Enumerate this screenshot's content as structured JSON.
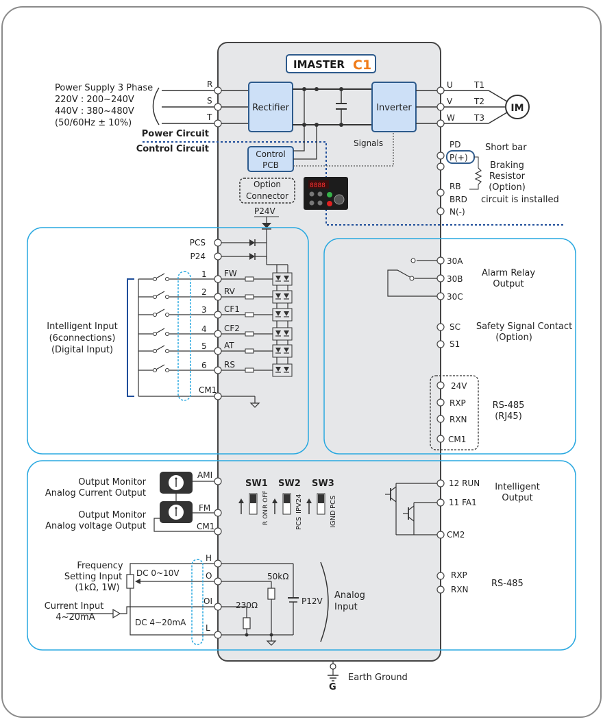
{
  "brand": {
    "logo_text": "IMASTER",
    "model": "C1"
  },
  "power": {
    "supply_lines": [
      "Power Supply 3 Phase",
      "220V : 200~240V",
      "440V : 380~480V",
      "(50/60Hz ± 10%)"
    ],
    "input_terminals": [
      "R",
      "S",
      "T"
    ],
    "rectifier": "Rectifier",
    "inverter": "Inverter",
    "output_terminals": [
      "U",
      "V",
      "W"
    ],
    "motor_lines": [
      "T1",
      "T2",
      "T3"
    ],
    "motor": "IM",
    "power_circuit": "Power Circuit",
    "control_circuit": "Control Circuit",
    "signals": "Signals",
    "control_pcb": [
      "Control",
      "PCB"
    ],
    "option_connector": [
      "Option",
      "Connector"
    ],
    "p24v": "P24V"
  },
  "braking": {
    "terminals": [
      "PD",
      "P(+)",
      "RB",
      "BRD",
      "N(-)"
    ],
    "short_bar": "Short bar",
    "resistor_lines": [
      "Braking",
      "Resistor",
      "(Option)"
    ],
    "note": "circuit is installed"
  },
  "intelligent_input": {
    "label_lines": [
      "Intelligent Input",
      "(6connections)",
      "(Digital Input)"
    ],
    "common_terminals": [
      "PCS",
      "P24"
    ],
    "inputs": [
      {
        "num": "1",
        "func": "FW"
      },
      {
        "num": "2",
        "func": "RV"
      },
      {
        "num": "3",
        "func": "CF1"
      },
      {
        "num": "4",
        "func": "CF2"
      },
      {
        "num": "5",
        "func": "AT"
      },
      {
        "num": "6",
        "func": "RS"
      }
    ],
    "cm1": "CM1"
  },
  "relay": {
    "terminals": [
      "30A",
      "30B",
      "30C"
    ],
    "label_lines": [
      "Alarm Relay",
      "Output"
    ],
    "safety_terminals": [
      "SC",
      "S1"
    ],
    "safety_lines": [
      "Safety Signal Contact",
      "(Option)"
    ],
    "rs485_terminals": [
      "24V",
      "RXP",
      "RXN",
      "CM1"
    ],
    "rs485_lines": [
      "RS-485",
      "(RJ45)"
    ]
  },
  "analog": {
    "monitor_current": [
      "Output Monitor",
      "Analog Current Output"
    ],
    "monitor_voltage": [
      "Output Monitor",
      "Analog voltage Output"
    ],
    "monitor_terminals": [
      "AMI",
      "FM",
      "CM1"
    ],
    "switches": [
      "SW1",
      "SW2",
      "SW3"
    ],
    "sw1_marks": [
      "R OFF",
      "R ON"
    ],
    "sw2_marks": [
      "IPV24",
      "PCS"
    ],
    "sw3_marks": [
      "PCS",
      "IGND"
    ],
    "freq_lines": [
      "Frequency",
      "Setting Input",
      "(1kΩ, 1W)"
    ],
    "dc_voltage": "DC 0~10V",
    "current_lines": [
      "Current Input",
      "4~20mA"
    ],
    "dc_current": "DC 4~20mA",
    "analog_terminals": [
      "H",
      "O",
      "OI",
      "L"
    ],
    "r50k": "50kΩ",
    "r230": "230Ω",
    "p12v": "P12V",
    "analog_input_lines": [
      "Analog",
      "Input"
    ]
  },
  "intelligent_output": {
    "terminals": [
      "12 RUN",
      "11 FA1",
      "CM2"
    ],
    "label_lines": [
      "Intelligent",
      "Output"
    ],
    "rs485_terminals": [
      "RXP",
      "RXN"
    ],
    "rs485": "RS-485"
  },
  "ground": {
    "letter": "G",
    "label": "Earth Ground"
  },
  "colors": {
    "panel": "#e6e7e9",
    "box": "#cde0f7",
    "box_border": "#2d5a8c",
    "section": "#29a8e0",
    "dashed_blue": "#1f4e9a"
  }
}
